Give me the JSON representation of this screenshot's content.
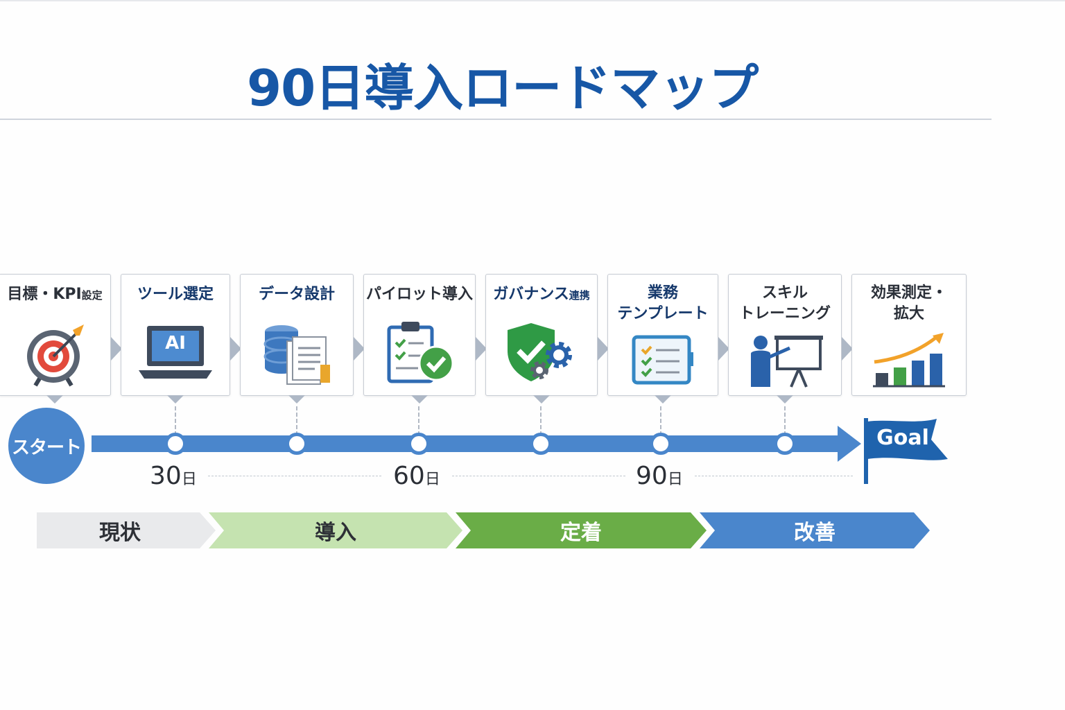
{
  "title": "90日導入ロードマップ",
  "steps": [
    {
      "label": "目標・KPI",
      "label_small": "設定"
    },
    {
      "label": "ツール選定"
    },
    {
      "label": "データ設計"
    },
    {
      "label": "パイロット導入"
    },
    {
      "label": "ガバナンス",
      "label_small": "連携"
    },
    {
      "label": "業務",
      "label2": "テンプレート"
    },
    {
      "label": "スキル",
      "label2": "トレーニング"
    },
    {
      "label": "効果測定・",
      "label2": "拡大"
    }
  ],
  "laptop_icon_text": "AI",
  "start_label": "スタート",
  "goal_label": "Goal",
  "day_markers": [
    {
      "num": "30",
      "unit": "日"
    },
    {
      "num": "60",
      "unit": "日"
    },
    {
      "num": "90",
      "unit": "日"
    }
  ],
  "phases": [
    {
      "label": "現状",
      "color": "#e9eaec",
      "text_color": "#2d3036"
    },
    {
      "label": "導入",
      "color": "#c5e3b0",
      "text_color": "#2d3036"
    },
    {
      "label": "定着",
      "color": "#6aad47",
      "text_color": "#ffffff"
    },
    {
      "label": "改善",
      "color": "#4a86cc",
      "text_color": "#ffffff"
    }
  ],
  "colors": {
    "title": "#1757a6",
    "timeline": "#4a86cc",
    "goal_flag": "#1f63ad"
  }
}
